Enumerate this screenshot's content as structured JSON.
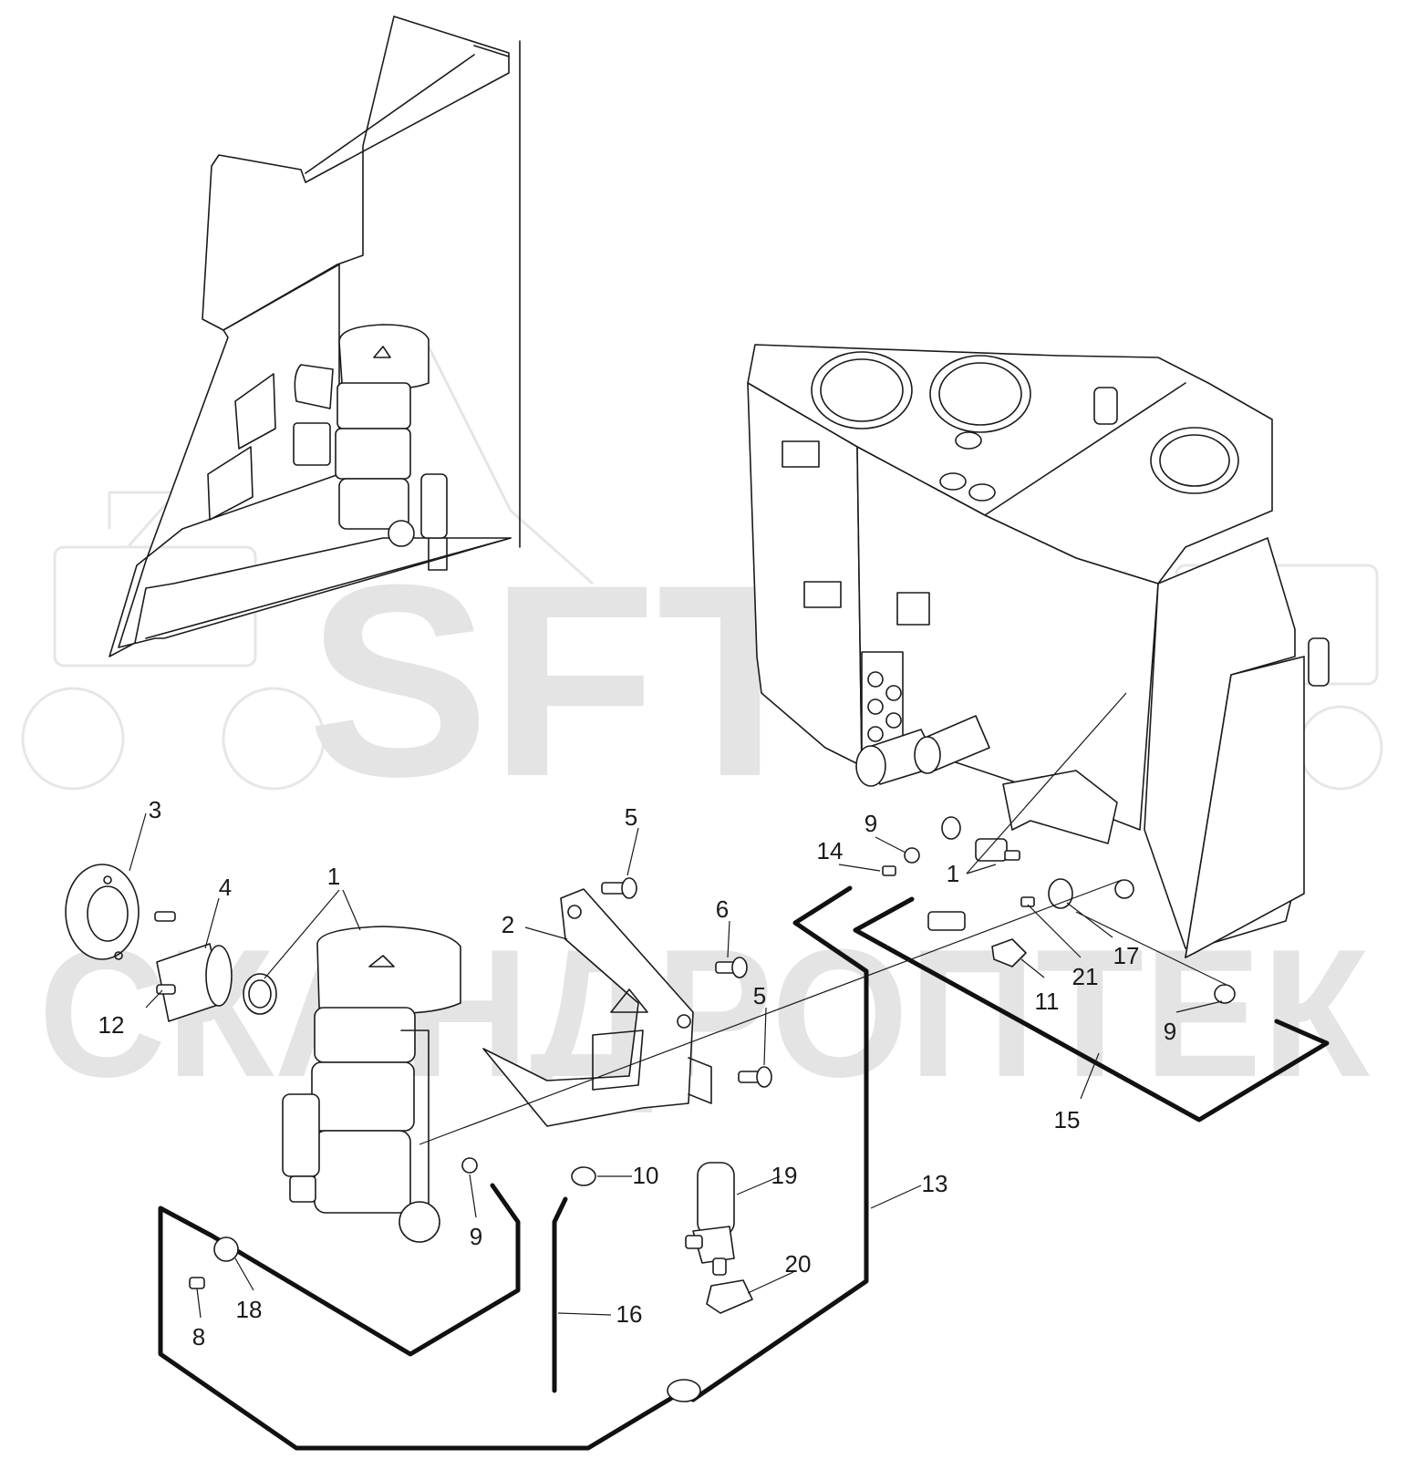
{
  "watermark": {
    "logo_text": "SFT",
    "brand_text": "СКАНДРОПТЕК",
    "color": "#e4e4e4"
  },
  "colors": {
    "line": "#1a1a1a",
    "background": "#ffffff"
  },
  "callouts": [
    {
      "id": "c3",
      "label": "3"
    },
    {
      "id": "c4",
      "label": "4"
    },
    {
      "id": "c1a",
      "label": "1"
    },
    {
      "id": "c12",
      "label": "12"
    },
    {
      "id": "c2",
      "label": "2"
    },
    {
      "id": "c5a",
      "label": "5"
    },
    {
      "id": "c6",
      "label": "6"
    },
    {
      "id": "c5b",
      "label": "5"
    },
    {
      "id": "c10",
      "label": "10"
    },
    {
      "id": "c19",
      "label": "19"
    },
    {
      "id": "c9a",
      "label": "9"
    },
    {
      "id": "c18",
      "label": "18"
    },
    {
      "id": "c8",
      "label": "8"
    },
    {
      "id": "c16",
      "label": "16"
    },
    {
      "id": "c20",
      "label": "20"
    },
    {
      "id": "c13",
      "label": "13"
    },
    {
      "id": "c9b",
      "label": "9"
    },
    {
      "id": "c14",
      "label": "14"
    },
    {
      "id": "c1b",
      "label": "1"
    },
    {
      "id": "c21",
      "label": "21"
    },
    {
      "id": "c17",
      "label": "17"
    },
    {
      "id": "c11",
      "label": "11"
    },
    {
      "id": "c9c",
      "label": "9"
    },
    {
      "id": "c15",
      "label": "15"
    }
  ]
}
